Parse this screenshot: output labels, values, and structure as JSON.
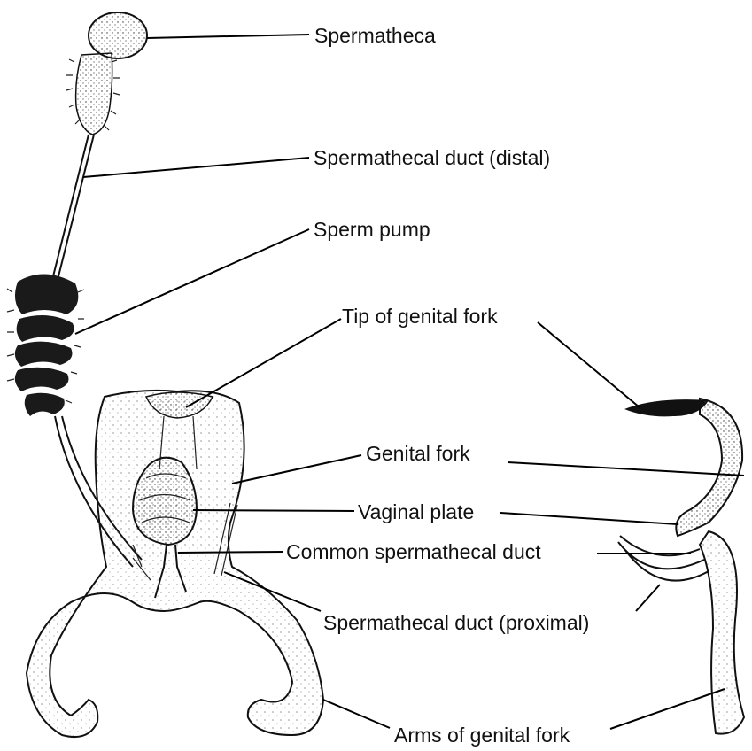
{
  "labels": {
    "spermatheca": "Spermatheca",
    "duct_distal": "Spermathecal duct (distal)",
    "sperm_pump": "Sperm pump",
    "tip_fork": "Tip of genital fork",
    "genital_fork": "Genital fork",
    "vaginal_plate": "Vaginal plate",
    "common_duct": "Common spermathecal duct",
    "duct_proximal": "Spermathecal duct (proximal)",
    "arms_fork": "Arms of genital fork"
  }
}
